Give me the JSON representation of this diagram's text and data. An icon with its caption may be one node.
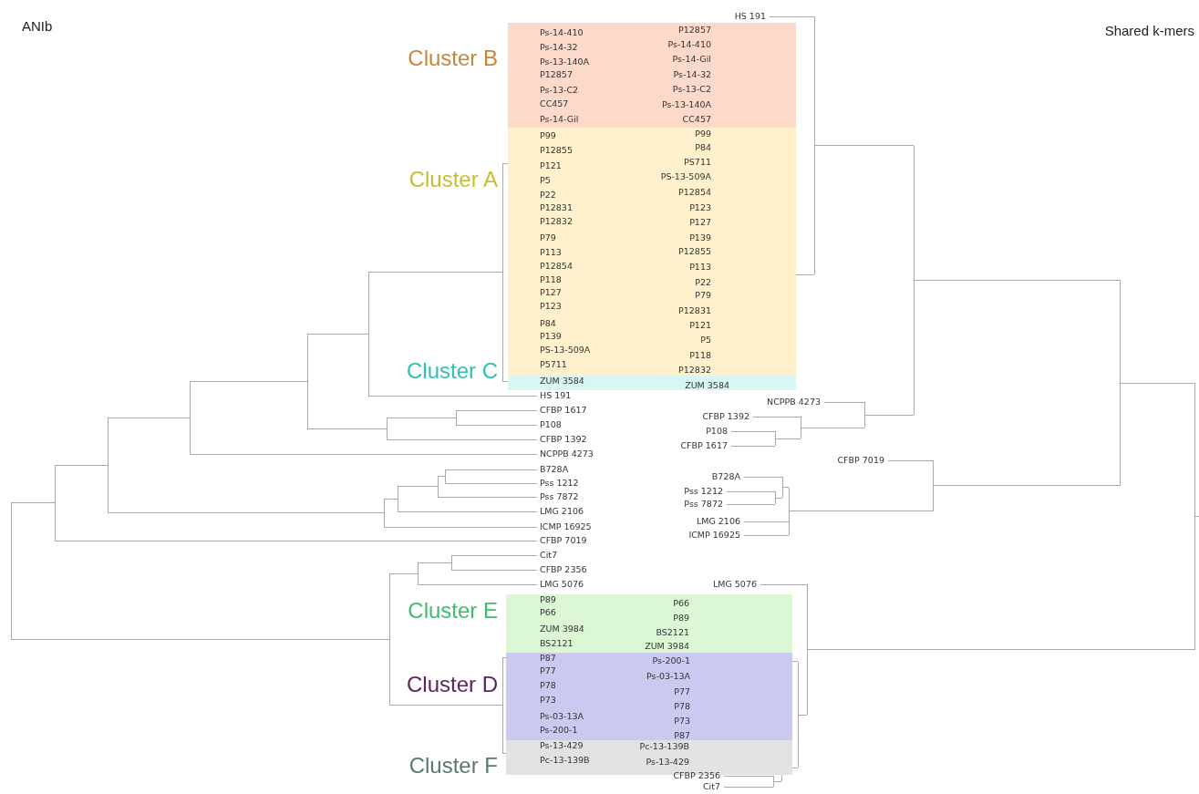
{
  "diagram": {
    "nodes": [
      {
        "text": [
          "Cluster B"
        ]
      },
      {
        "text": [
          "Cluster A"
        ]
      },
      {
        "text": [
          "Cluster C"
        ]
      },
      {
        "text": [
          "Cluster E"
        ]
      },
      {
        "text": [
          "Cluster D"
        ]
      },
      {
        "text": [
          "Cluster F"
        ]
      }
    ],
    "labels": [
      "ANIb",
      "Shared k-mers",
      "Ps-14-410",
      "Ps-14-32",
      "Ps-13-140A",
      "P12857",
      "Ps-13-C2",
      "CC457",
      "Ps-14-Gil",
      "P99",
      "P12855",
      "P121",
      "P5",
      "P22",
      "P12831",
      "P12832",
      "P79",
      "P113",
      "P12854",
      "P118",
      "P127",
      "P123",
      "P84",
      "P139",
      "PS-13-509A",
      "P5711",
      "ZUM 3584",
      "HS 191",
      "CFBP 1617",
      "P108",
      "CFBP 1392",
      "NCPPB 4273",
      "B728A",
      "Pss 1212",
      "Pss 7872",
      "LMG 2106",
      "ICMP 16925",
      "CFBP 7019",
      "Cit7",
      "CFBP 2356",
      "LMG 5076",
      "P89",
      "P66",
      "ZUM 3984",
      "BS2121",
      "P87",
      "P77",
      "P78",
      "P73",
      "Ps-03-13A",
      "Ps-200-1",
      "Ps-13-429",
      "Pc-13-139B",
      "HS 191",
      "P12857",
      "Ps-14-410",
      "Ps-14-Gil",
      "Ps-14-32",
      "Ps-13-C2",
      "Ps-13-140A",
      "CC457",
      "P99",
      "P84",
      "PS711",
      "PS-13-509A",
      "P12854",
      "P123",
      "P127",
      "P139",
      "P12855",
      "P113",
      "P22",
      "P79",
      "P12831",
      "P121",
      "P5",
      "P118",
      "P12832",
      "ZUM 3584",
      "NCPPB 4273",
      "CFBP 1392",
      "P108",
      "CFBP 1617",
      "CFBP 7019",
      "B728A",
      "Pss 1212",
      "Pss 7872",
      "LMG 2106",
      "ICMP 16925",
      "LMG 5076",
      "P66",
      "P89",
      "BS2121",
      "ZUM 3984",
      "Ps-200-1",
      "Ps-03-13A",
      "P77",
      "P78",
      "P73",
      "P87",
      "Pc-13-139B",
      "Ps-13-429",
      "CFBP 2356",
      "Cit7"
    ]
  }
}
